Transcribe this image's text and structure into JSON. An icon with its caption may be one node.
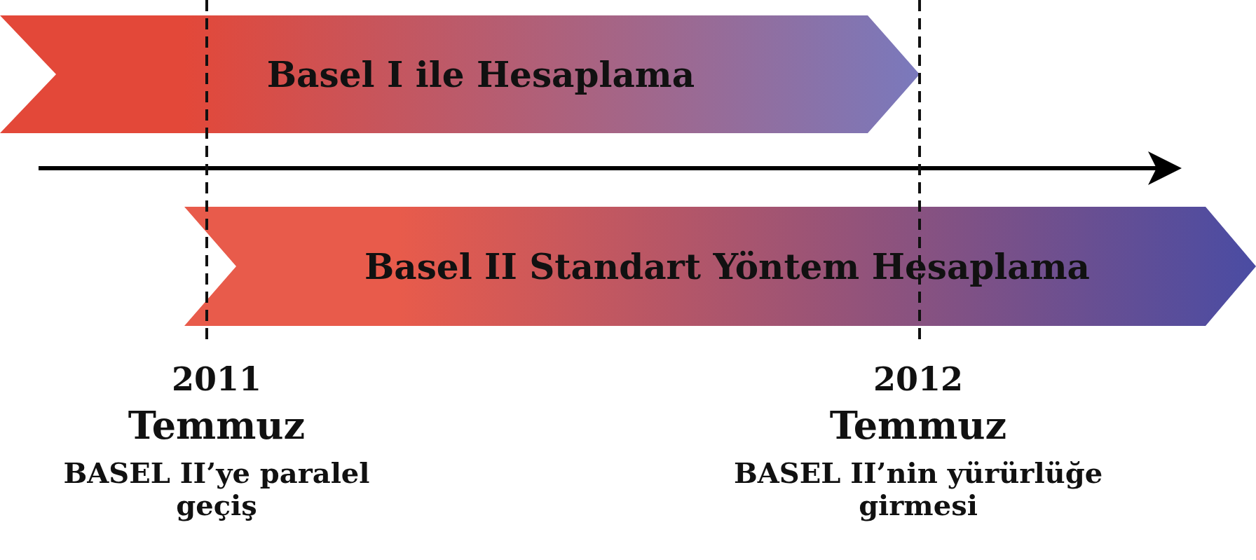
{
  "diagram": {
    "nodes": [
      {
        "text": [
          "Basel I ile Hesaplama"
        ]
      },
      {
        "text": [
          "Basel II Standart Yöntem Hesaplama"
        ]
      }
    ],
    "labels": [
      "2011",
      "Temmuz",
      "BASEL II’ye paralel geçiş",
      "2012",
      "Temmuz",
      "BASEL II’nin yürürlüğe girmesi"
    ]
  }
}
